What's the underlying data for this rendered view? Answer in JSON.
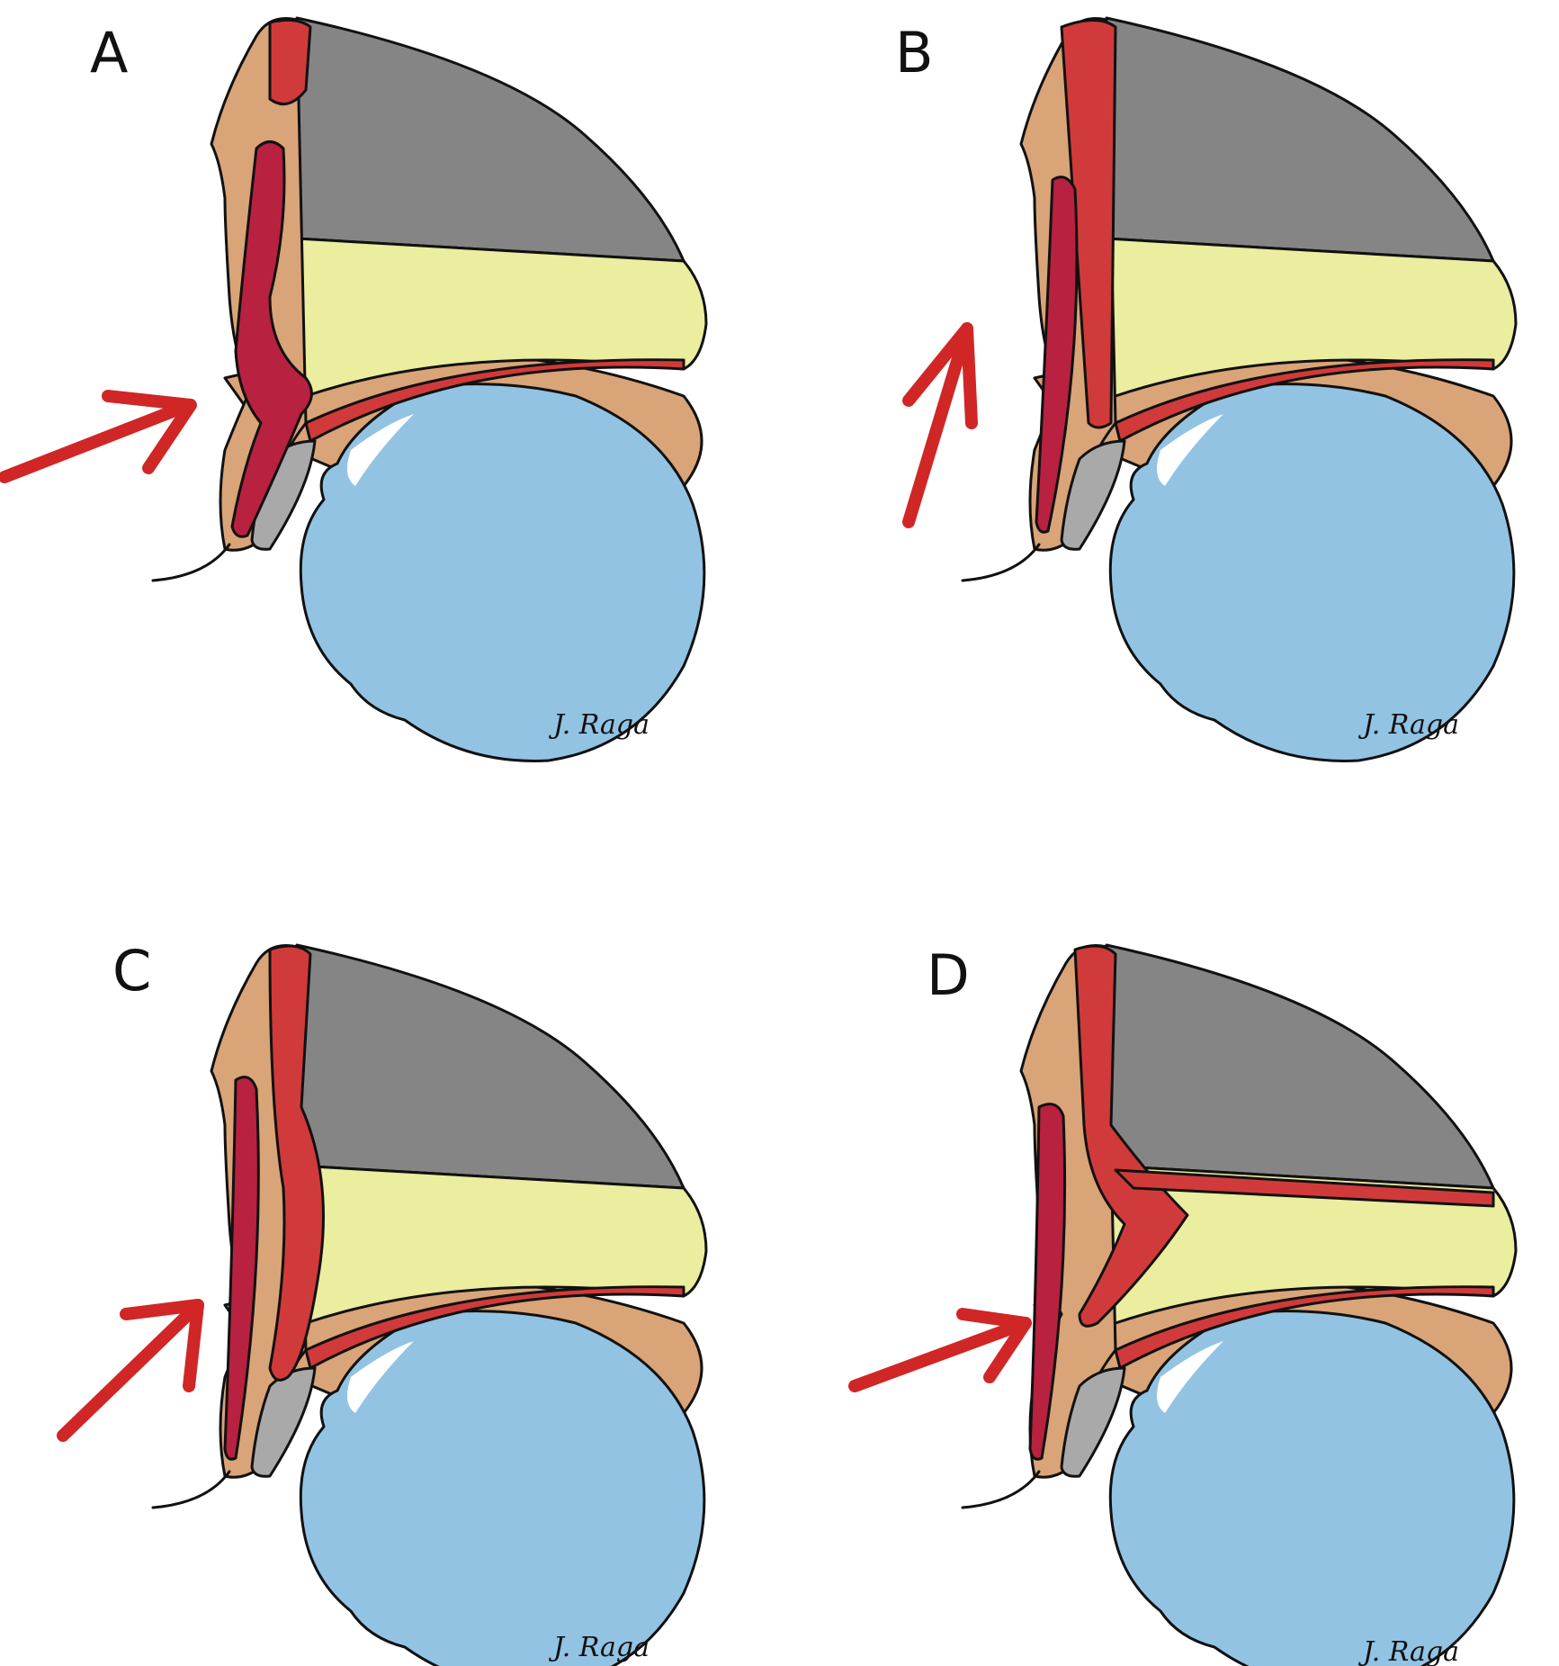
{
  "panels": [
    {
      "id": "A",
      "label": "A",
      "signature": "J. Raga"
    },
    {
      "id": "B",
      "label": "B",
      "signature": "J. Raga"
    },
    {
      "id": "C",
      "label": "C",
      "signature": "J. Raga"
    },
    {
      "id": "D",
      "label": "D",
      "signature": "J. Raga"
    }
  ],
  "colors": {
    "skin": "#d9a477",
    "muscle": "#d13a3a",
    "muscle_dark": "#b8213f",
    "grey_tissue": "#858585",
    "fat": "#ebed9f",
    "eyeball": "#92c3e3",
    "tarsal_plate": "#a9a9a9",
    "arrow": "#d02626",
    "outline": "#111111"
  }
}
